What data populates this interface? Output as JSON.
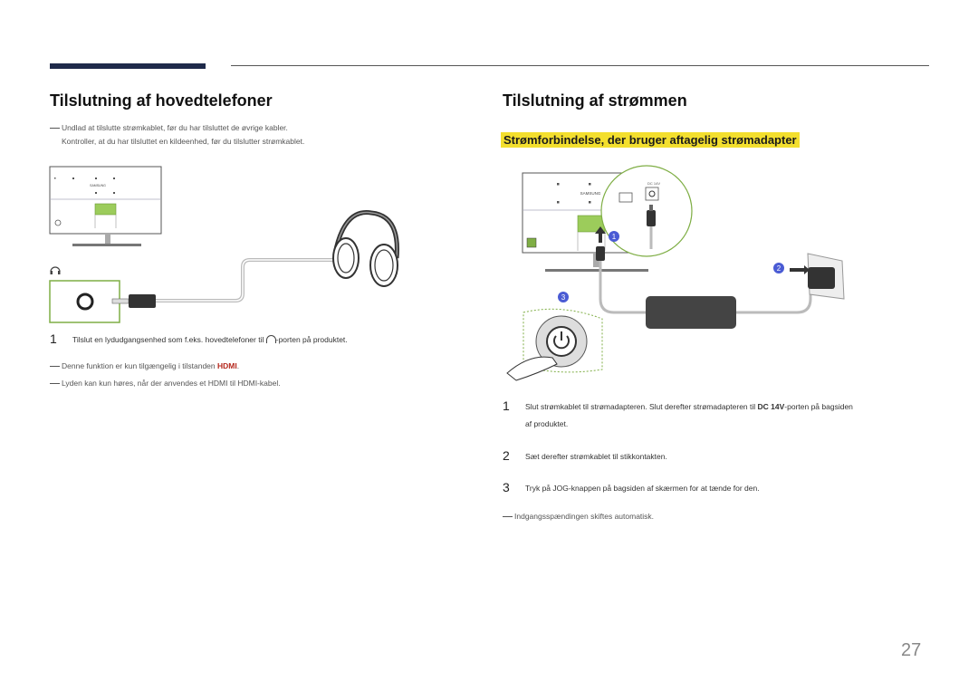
{
  "left": {
    "heading": "Tilslutning af hovedtelefoner",
    "intro_notes": [
      "Undlad at tilslutte strømkablet, før du har tilsluttet de øvrige kabler.",
      "Kontroller, at du har tilsluttet en kildeenhed, før du tilslutter strømkablet."
    ],
    "diagram": {
      "brand_label": "SAMSUNG",
      "headphone_icon": "headphone-icon"
    },
    "step": {
      "number": "1",
      "text_before": "Tilslut en lydudgangsenhed som f.eks. hovedtelefoner til ",
      "text_after": "-porten på produktet."
    },
    "note_hdmi": {
      "before": "Denne funktion er kun tilgængelig i tilstanden ",
      "highlight": "HDMI",
      "after": "."
    },
    "note_audio": "Lyden kan kun høres, når der anvendes et HDMI til HDMI-kabel."
  },
  "right": {
    "heading": "Tilslutning af strømmen",
    "subheading": "Strømforbindelse, der bruger aftagelig strømadapter",
    "diagram": {
      "brand_label": "SAMSUNG",
      "port_label": "DC 14V",
      "badges": [
        "1",
        "2",
        "3"
      ]
    },
    "steps": [
      {
        "number": "1",
        "text_before": "Slut strømkablet til strømadapteren. Slut derefter strømadapteren til ",
        "bold": "DC 14V",
        "text_after": "-porten på bagsiden",
        "line2": "af produktet."
      },
      {
        "number": "2",
        "text": "Sæt derefter strømkablet til stikkontakten."
      },
      {
        "number": "3",
        "text": "Tryk på JOG-knappen på bagsiden af skærmen for at tænde for den."
      }
    ],
    "note": "Indgangsspændingen skiftes automatisk."
  },
  "page_number": "27",
  "colors": {
    "accent_bar": "#1f2a4a",
    "banner": "#f3df2e",
    "highlight": "#b5281d",
    "badge": "#4a5bd4",
    "green_port": "#7fae45"
  }
}
